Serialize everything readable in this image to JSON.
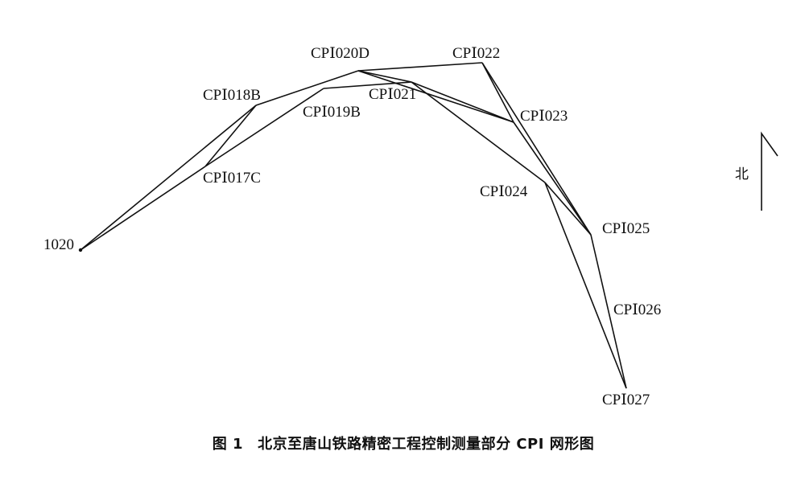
{
  "diagram": {
    "points": [
      {
        "id": "1020",
        "label": "1020"
      },
      {
        "id": "017C",
        "label": "CPⅠ017C"
      },
      {
        "id": "018B",
        "label": "CPⅠ018B"
      },
      {
        "id": "019B",
        "label": "CPⅠ019B"
      },
      {
        "id": "020D",
        "label": "CPⅠ020D"
      },
      {
        "id": "021",
        "label": "CPⅠ021"
      },
      {
        "id": "022",
        "label": "CPⅠ022"
      },
      {
        "id": "023",
        "label": "CPⅠ023"
      },
      {
        "id": "024",
        "label": "CPⅠ024"
      },
      {
        "id": "025",
        "label": "CPⅠ025"
      },
      {
        "id": "026",
        "label": "CPⅠ026"
      },
      {
        "id": "027",
        "label": "CPⅠ027"
      }
    ],
    "edges": [
      [
        "1020",
        "018B"
      ],
      [
        "1020",
        "017C"
      ],
      [
        "017C",
        "018B"
      ],
      [
        "018B",
        "020D"
      ],
      [
        "017C",
        "019B"
      ],
      [
        "019B",
        "021"
      ],
      [
        "020D",
        "021"
      ],
      [
        "020D",
        "022"
      ],
      [
        "022",
        "023"
      ],
      [
        "020D",
        "023"
      ],
      [
        "021",
        "023"
      ],
      [
        "021",
        "024"
      ],
      [
        "022",
        "025"
      ],
      [
        "023",
        "025"
      ],
      [
        "024",
        "025"
      ],
      [
        "024",
        "027"
      ],
      [
        "025",
        "027"
      ]
    ],
    "north_label": "北"
  },
  "caption": {
    "number": "图 1",
    "text": "北京至唐山铁路精密工程控制测量部分 CPI 网形图"
  }
}
